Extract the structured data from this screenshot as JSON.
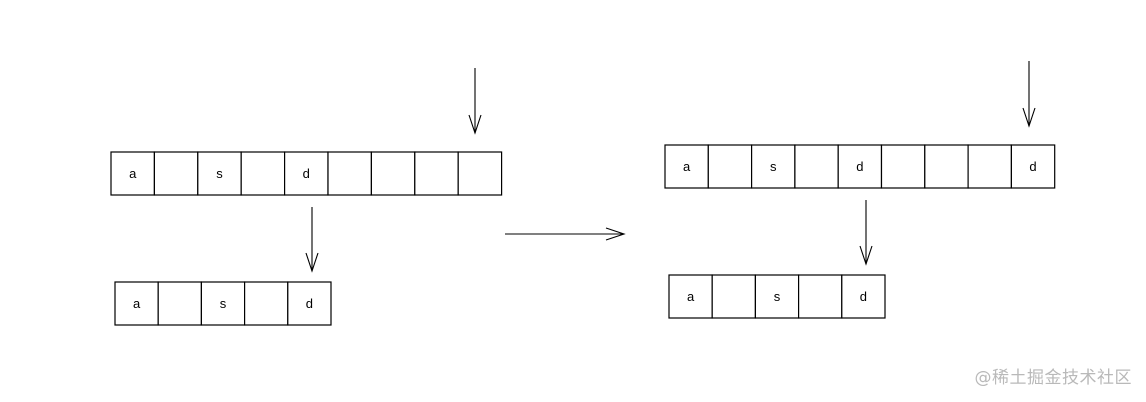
{
  "panels": {
    "before": {
      "source_array": [
        "a",
        "",
        "s",
        "",
        "d",
        "",
        "",
        "",
        ""
      ],
      "result_array": [
        "a",
        "",
        "s",
        "",
        "d"
      ]
    },
    "after": {
      "source_array": [
        "a",
        "",
        "s",
        "",
        "d",
        "",
        "",
        "",
        "d"
      ],
      "result_array": [
        "a",
        "",
        "s",
        "",
        "d"
      ]
    }
  },
  "watermark": "@稀土掘金技术社区"
}
